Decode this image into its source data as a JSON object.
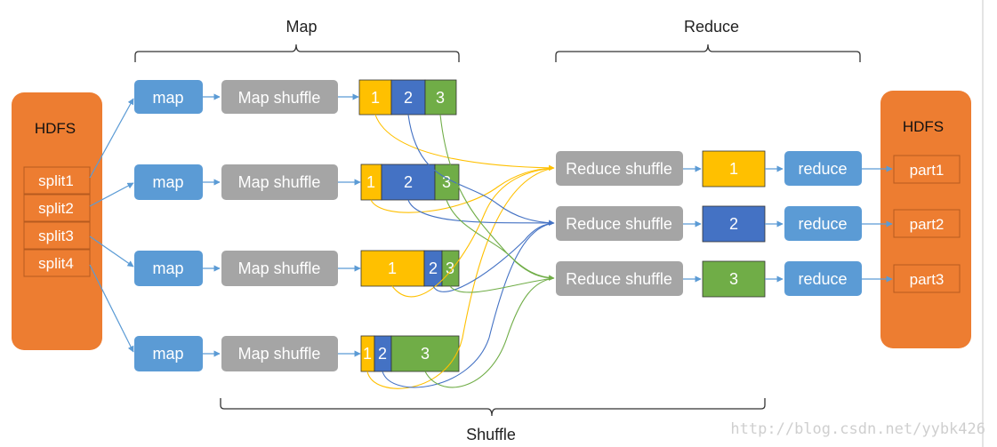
{
  "headings": {
    "map": "Map",
    "reduce": "Reduce",
    "shuffle": "Shuffle"
  },
  "hdfs_input": {
    "title": "HDFS",
    "splits": [
      "split1",
      "split2",
      "split3",
      "split4"
    ]
  },
  "hdfs_output": {
    "title": "HDFS",
    "parts": [
      "part1",
      "part2",
      "part3"
    ]
  },
  "map_rows": [
    {
      "map_label": "map",
      "shuffle_label": "Map shuffle",
      "partitions": [
        "1",
        "2",
        "3"
      ]
    },
    {
      "map_label": "map",
      "shuffle_label": "Map shuffle",
      "partitions": [
        "1",
        "2",
        "3"
      ]
    },
    {
      "map_label": "map",
      "shuffle_label": "Map shuffle",
      "partitions": [
        "1",
        "2",
        "3"
      ]
    },
    {
      "map_label": "map",
      "shuffle_label": "Map shuffle",
      "partitions": [
        "1",
        "2",
        "3"
      ]
    }
  ],
  "reduce_rows": [
    {
      "shuffle_label": "Reduce shuffle",
      "partition": "1",
      "reduce_label": "reduce"
    },
    {
      "shuffle_label": "Reduce shuffle",
      "partition": "2",
      "reduce_label": "reduce"
    },
    {
      "shuffle_label": "Reduce shuffle",
      "partition": "3",
      "reduce_label": "reduce"
    }
  ],
  "watermark": "http://blog.csdn.net/yybk426",
  "colors": {
    "hdfs": "#ED7D31",
    "hdfs_border": "#B65A1F",
    "map_box": "#5B9BD5",
    "shuffle_box": "#A5A5A5",
    "partition_1": "#FFC000",
    "partition_2": "#4472C4",
    "partition_3": "#70AD47",
    "arrow": "#5B9BD5"
  }
}
